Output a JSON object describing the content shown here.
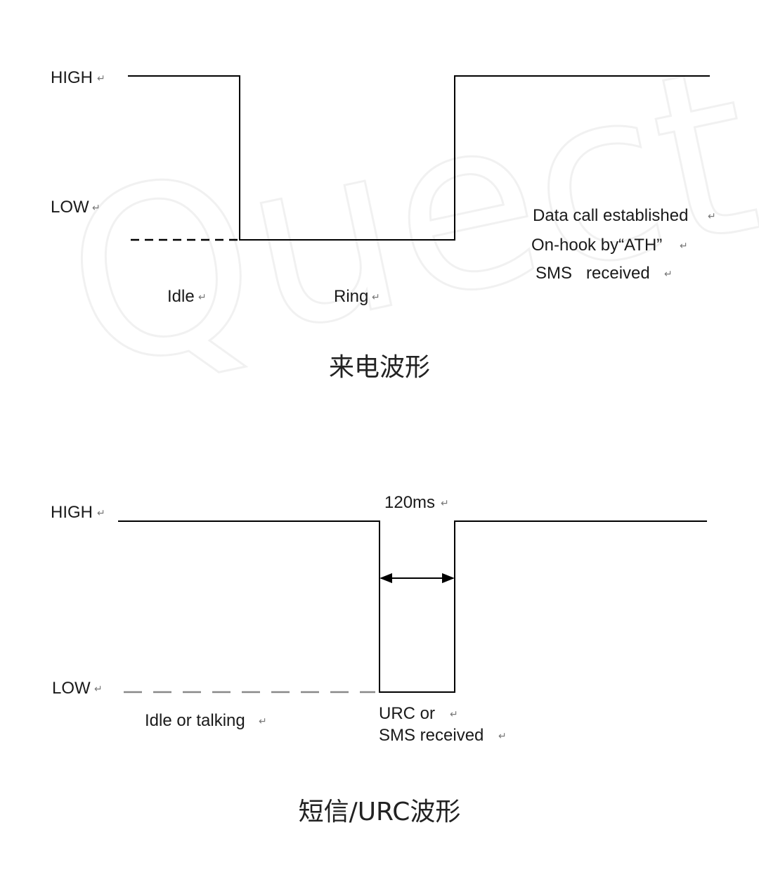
{
  "diagrams": [
    {
      "caption": "来电波形",
      "labels": {
        "high": "HIGH",
        "low": "LOW",
        "idle": "Idle",
        "ring": "Ring",
        "note_1": "Data call established",
        "note_2": "On-hook by“ATH”",
        "note_3": "SMS   received"
      }
    },
    {
      "caption": "短信/URC波形",
      "labels": {
        "high": "HIGH",
        "low": "LOW",
        "pulse_width": "120ms",
        "idle": "Idle or talking",
        "event_1": "URC or",
        "event_2": "SMS received"
      }
    }
  ],
  "return_mark": "↵",
  "watermark": "Quectel",
  "colors": {
    "line": "#000000",
    "dash_light": "#888888",
    "watermark": "#f1f1f1"
  }
}
